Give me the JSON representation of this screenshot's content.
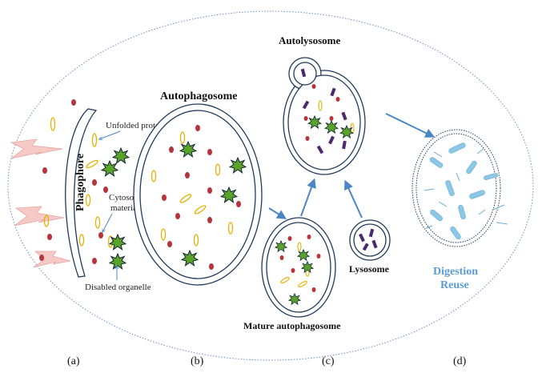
{
  "labels": {
    "phagophore": "Phagophore",
    "unfolded_protein": "Unfolded protein",
    "cytosolic_line1": "Cytosolic",
    "cytosolic_line2": "material",
    "disabled_organelle": "Disabled organelle",
    "autophagosome": "Autophagosome",
    "autolysosome": "Autolysosome",
    "lysosome": "Lysosome",
    "mature_autophagosome": "Mature autophagosome",
    "digestion": "Digestion",
    "reuse": "Reuse"
  },
  "panels": [
    "(a)",
    "(b)",
    "(c)",
    "(d)"
  ],
  "colors": {
    "membrane": "#1f3b5c",
    "dot_red": "#b7343a",
    "organelle_green": "#5aa32b",
    "protein_yellow": "#e5b000",
    "lysosome_purple": "#4b2a70",
    "digest_blue": "#8cc7e6",
    "arrow_blue": "#4a86c5",
    "lightning": "#f4c9c6",
    "outer_cell": "#6a8fc0"
  }
}
